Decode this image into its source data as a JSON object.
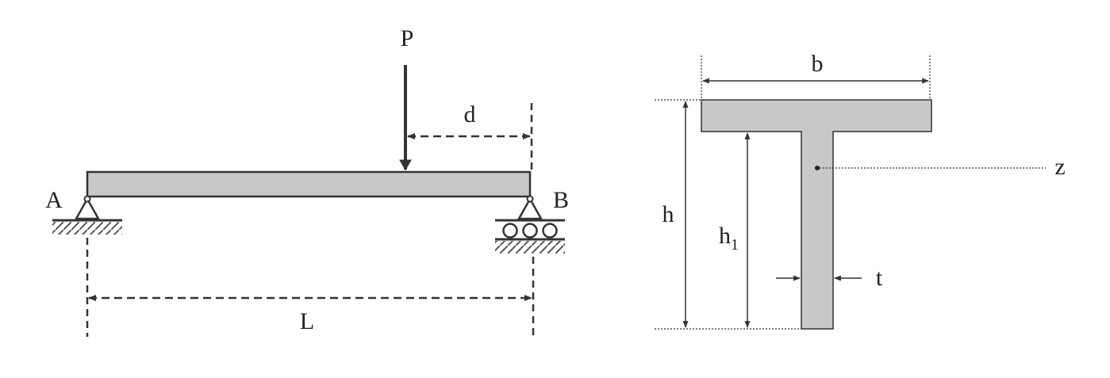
{
  "colors": {
    "beam_fill": "#c8c8c8",
    "stroke": "#333333",
    "background": "#ffffff"
  },
  "beam_diagram": {
    "load_label": "P",
    "support_left_label": "A",
    "support_right_label": "B",
    "load_offset_label": "d",
    "span_label": "L"
  },
  "section_diagram": {
    "flange_width_label": "b",
    "total_height_label": "h",
    "web_height_label": "h",
    "web_height_subscript": "1",
    "web_thickness_label": "t",
    "centroid_axis_label": "z"
  }
}
